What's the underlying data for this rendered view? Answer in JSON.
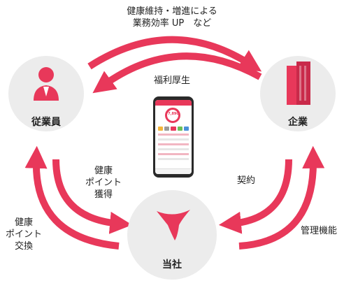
{
  "colors": {
    "accent": "#e8385a",
    "node_bg": "#ececec"
  },
  "nodes": {
    "employee": {
      "label": "従業員",
      "icon": "person-icon"
    },
    "company": {
      "label": "企業",
      "icon": "building-icon"
    },
    "us": {
      "label": "当社",
      "icon": "brand-logo-icon"
    }
  },
  "edges": {
    "company_benefit": "健康維持・増進による\n業務効率 UP　など",
    "welfare": "福利厚生",
    "earn_points": "健康\nポイント\n獲得",
    "exchange_points": "健康\nポイント\n交換",
    "contract": "契約",
    "management": "管理機能"
  },
  "phone": {
    "steps": "7,890"
  }
}
